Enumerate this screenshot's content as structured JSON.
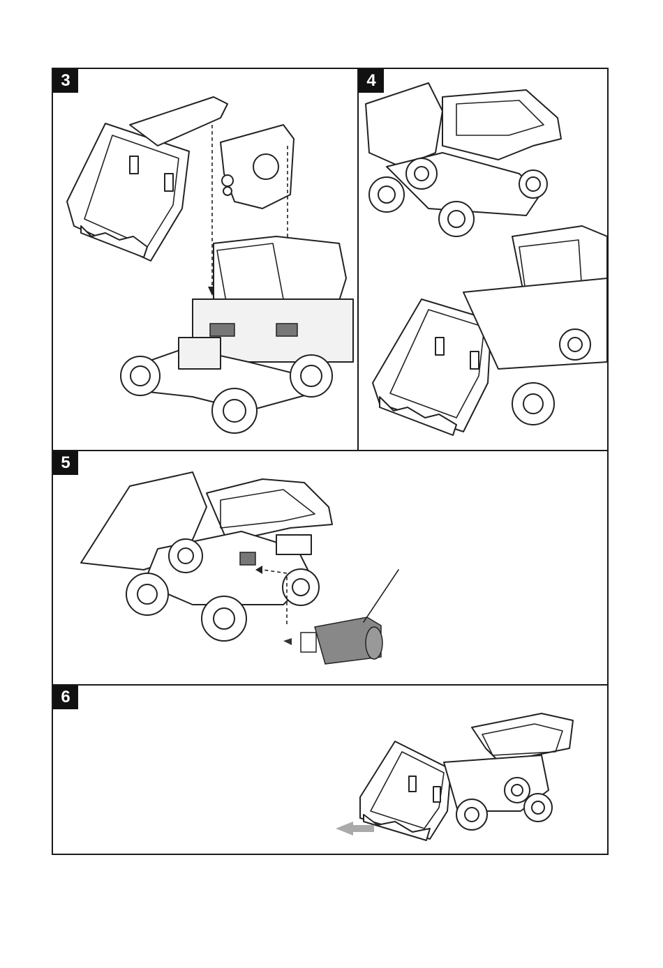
{
  "steps": [
    {
      "number": "3"
    },
    {
      "number": "4"
    },
    {
      "number": "5"
    },
    {
      "number": "6"
    }
  ]
}
